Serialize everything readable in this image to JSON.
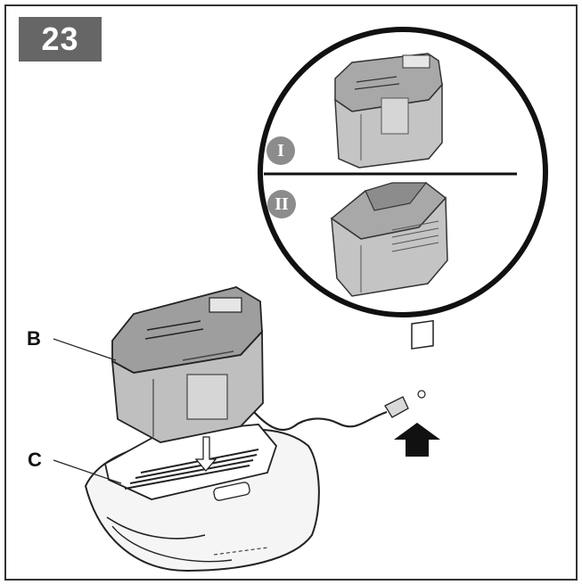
{
  "figure": {
    "step_number": "23",
    "callouts": {
      "battery_label": "B",
      "charger_label": "C"
    },
    "detail_view": {
      "marker_one": "I",
      "marker_two": "II"
    }
  },
  "colors": {
    "frame": "#333333",
    "badge": "#666666",
    "battery_body": "#bfbfbf",
    "battery_top": "#9e9e9e",
    "charger_body": "#f5f5f5",
    "arrow": "#111111",
    "roman_marker": "#8c8c8c"
  }
}
